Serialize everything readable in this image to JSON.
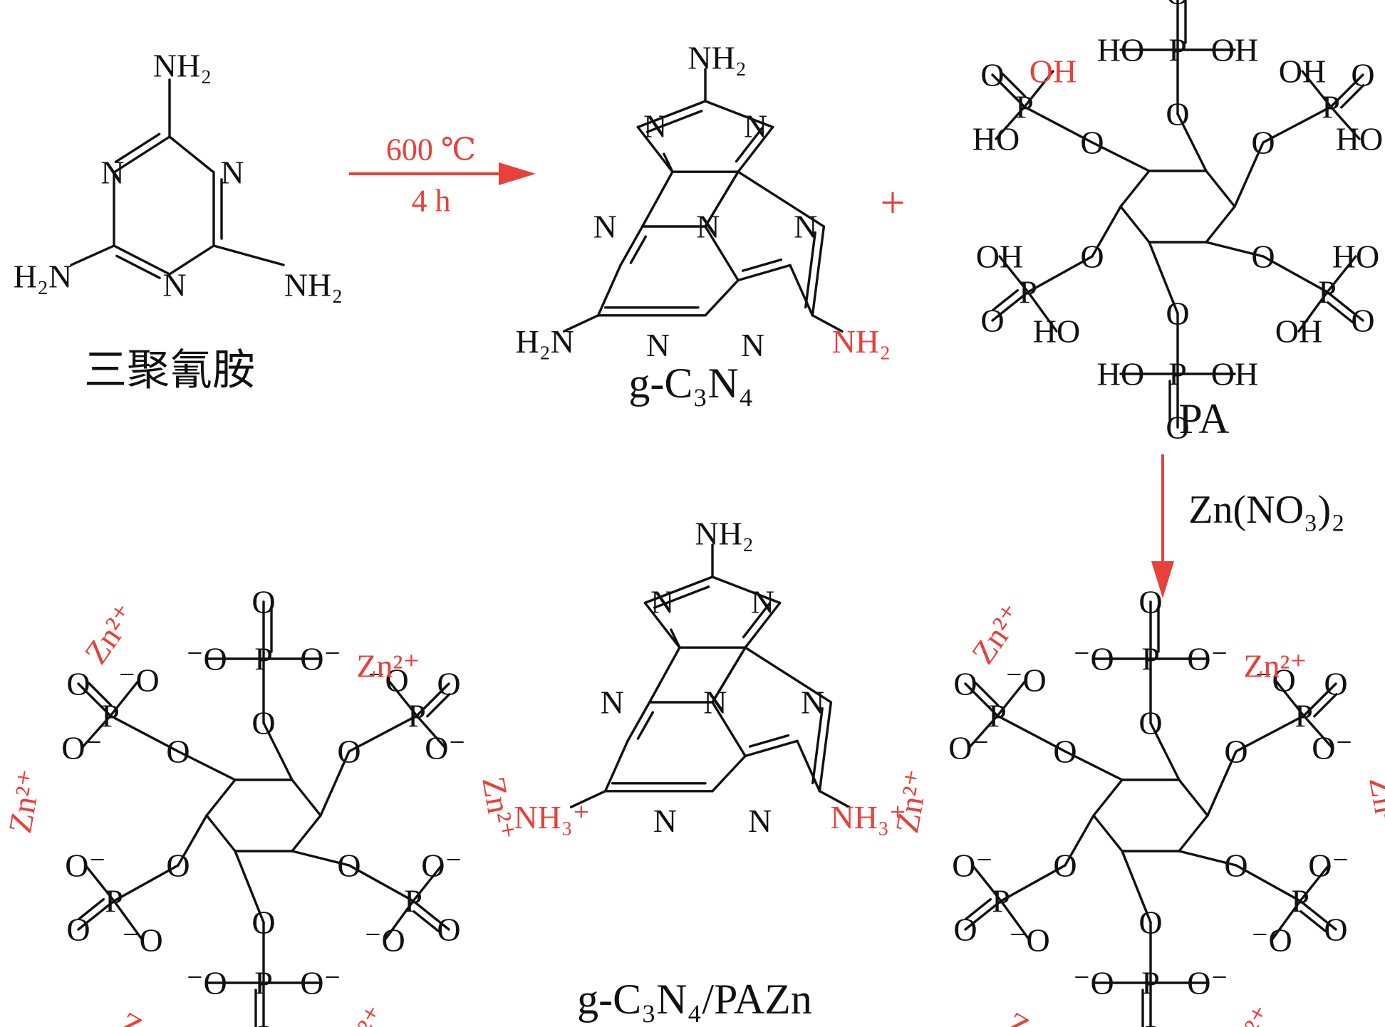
{
  "labels": {
    "melamine": "三聚氰胺",
    "gcn": "g-C₃N₄",
    "pa": "PA",
    "product": "g-C₃N₄/PAZn",
    "plus": "+"
  },
  "reaction1": {
    "temperature": "600 ℃",
    "time": "4 h"
  },
  "reaction2": {
    "reagent": "Zn(NO₃)₂"
  },
  "atoms": {
    "N": "N",
    "O": "O",
    "P": "P",
    "NH2": "NH₂",
    "H2N": "H₂N",
    "NH3plus": "NH₃⁺",
    "OH": "OH",
    "HO": "HO",
    "Ominus": "⁻O",
    "Ominus_r": "O⁻",
    "Zn": "Zn²⁺"
  },
  "colors": {
    "black": "#111111",
    "red": "#e8403a"
  }
}
